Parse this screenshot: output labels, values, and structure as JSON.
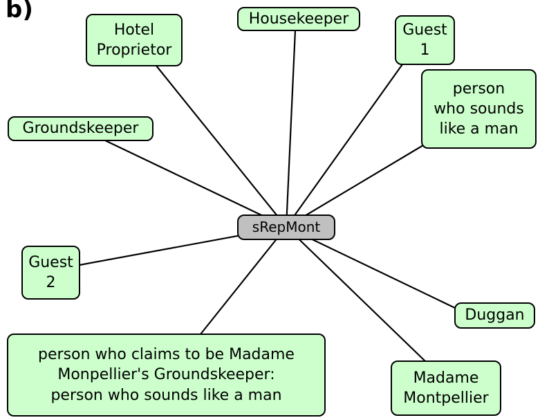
{
  "panel_label": "b)",
  "center": {
    "id": "center",
    "label": "sRepMont",
    "color": "#c0c0c0"
  },
  "node_color": "#ccffcc",
  "nodes": [
    {
      "id": "hotel-proprietor",
      "label": "Hotel\nProprietor"
    },
    {
      "id": "housekeeper",
      "label": "Housekeeper"
    },
    {
      "id": "guest-1",
      "label": "Guest\n1"
    },
    {
      "id": "person-sounds-man",
      "label": "person\nwho sounds\nlike a man"
    },
    {
      "id": "groundskeeper",
      "label": "Groundskeeper"
    },
    {
      "id": "guest-2",
      "label": "Guest\n2"
    },
    {
      "id": "duggan",
      "label": "Duggan"
    },
    {
      "id": "madame-montpellier",
      "label": "Madame\nMontpellier"
    },
    {
      "id": "claims-groundskeeper",
      "label": "person who claims to be Madame\nMonpellier's Groundskeeper:\nperson who sounds like a man"
    }
  ],
  "edges": [
    [
      "center",
      "hotel-proprietor"
    ],
    [
      "center",
      "housekeeper"
    ],
    [
      "center",
      "guest-1"
    ],
    [
      "center",
      "person-sounds-man"
    ],
    [
      "center",
      "groundskeeper"
    ],
    [
      "center",
      "guest-2"
    ],
    [
      "center",
      "duggan"
    ],
    [
      "center",
      "madame-montpellier"
    ],
    [
      "center",
      "claims-groundskeeper"
    ]
  ]
}
